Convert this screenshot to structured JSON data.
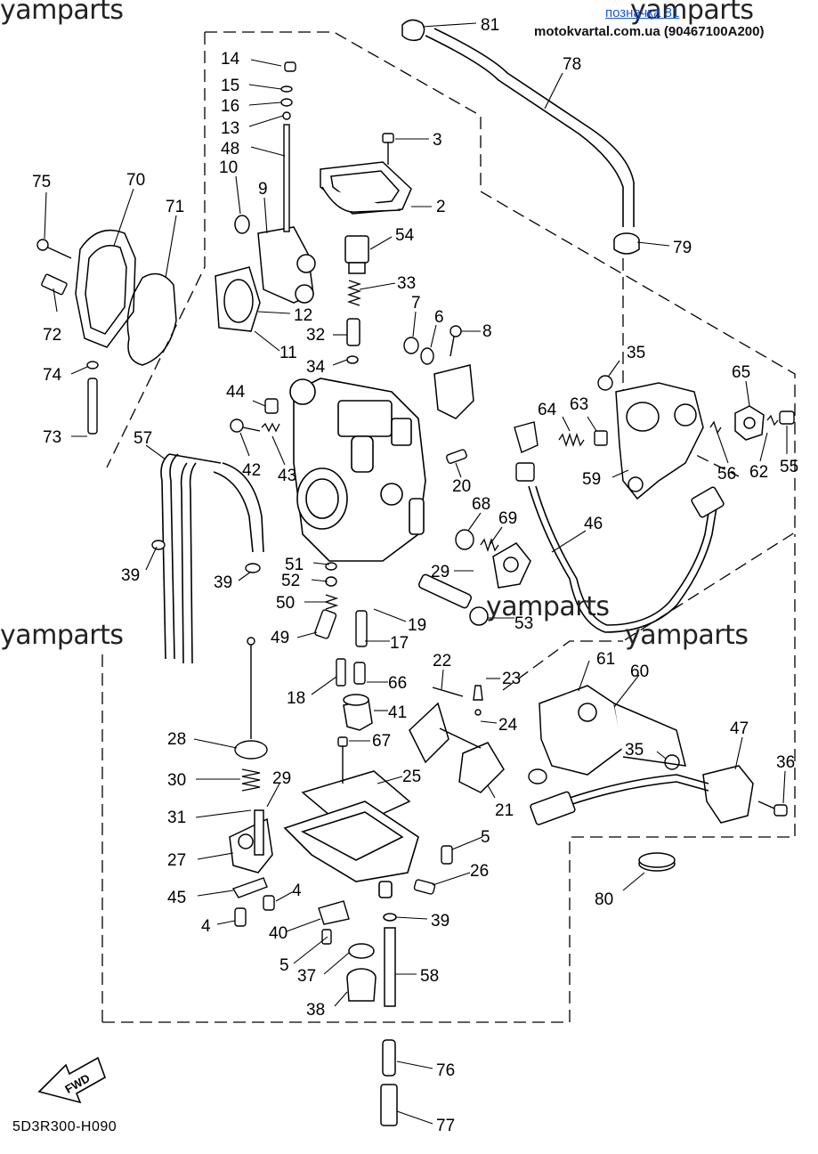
{
  "watermarks": [
    "yamparts",
    "yamparts",
    "yamparts",
    "yamparts",
    "yamparts"
  ],
  "header": {
    "link_text": "позначка 81",
    "source_text": "motokvartal.com.ua (90467100A200)"
  },
  "diagram_code": "5D3R300-H090",
  "fwd_label": "FWD",
  "callouts": [
    "81",
    "78",
    "14",
    "15",
    "16",
    "13",
    "3",
    "48",
    "75",
    "70",
    "10",
    "9",
    "2",
    "71",
    "54",
    "33",
    "12",
    "7",
    "6",
    "8",
    "72",
    "11",
    "32",
    "74",
    "34",
    "35",
    "65",
    "44",
    "64",
    "63",
    "73",
    "57",
    "42",
    "43",
    "20",
    "59",
    "56",
    "62",
    "55",
    "68",
    "69",
    "46",
    "51",
    "52",
    "29",
    "39",
    "39",
    "50",
    "53",
    "19",
    "49",
    "17",
    "22",
    "23",
    "61",
    "60",
    "18",
    "66",
    "41",
    "24",
    "28",
    "67",
    "25",
    "47",
    "35",
    "36",
    "30",
    "29",
    "21",
    "31",
    "5",
    "27",
    "26",
    "4",
    "45",
    "40",
    "39",
    "4",
    "5",
    "37",
    "58",
    "38",
    "76",
    "77",
    "79",
    "80"
  ]
}
